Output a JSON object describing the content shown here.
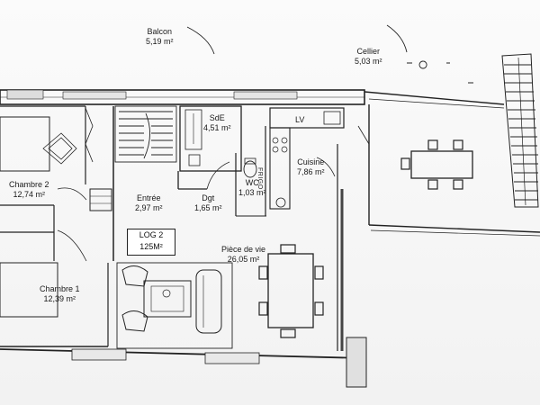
{
  "plan": {
    "rooms": [
      {
        "id": "balcon",
        "name": "Balcon",
        "area": "5,19 m²"
      },
      {
        "id": "cellier",
        "name": "Cellier",
        "area": "5,03 m²"
      },
      {
        "id": "sde",
        "name": "SdE",
        "area": "4,51 m²"
      },
      {
        "id": "chambre2",
        "name": "Chambre 2",
        "area": "12,74 m²"
      },
      {
        "id": "entree",
        "name": "Entrée",
        "area": "2,97 m²"
      },
      {
        "id": "dgt",
        "name": "Dgt",
        "area": "1,65 m²"
      },
      {
        "id": "wc",
        "name": "WC",
        "area": "1,03 m²"
      },
      {
        "id": "cuisine",
        "name": "Cuisine",
        "area": "7,86 m²"
      },
      {
        "id": "piece-de-vie",
        "name": "Pièce de vie",
        "area": "26,05 m²"
      },
      {
        "id": "chambre1",
        "name": "Chambre 1",
        "area": "12,39 m²"
      }
    ],
    "unit_badge": {
      "line1": "LOG 2",
      "line2": "125M²"
    },
    "fixtures": {
      "lv": "LV",
      "frigo": "FRIGO"
    }
  }
}
